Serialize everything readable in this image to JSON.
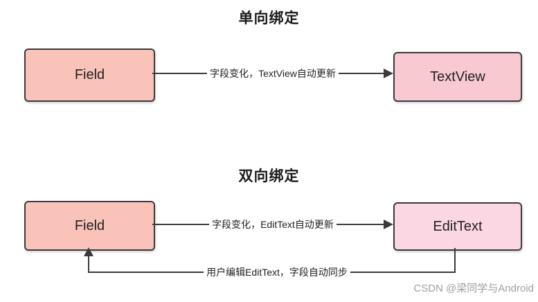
{
  "one_way": {
    "title": "单向绑定",
    "left_box": "Field",
    "right_box": "TextView",
    "arrow_label": "字段变化，TextView自动更新"
  },
  "two_way": {
    "title": "双向绑定",
    "left_box": "Field",
    "right_box": "EditText",
    "forward_label": "字段变化，EditText自动更新",
    "back_label": "用户编辑EditText，字段自动同步"
  },
  "watermark": "CSDN @梁同学与Android",
  "colors": {
    "field_box": "#f9c3ba",
    "textview_box": "#f9c9d2",
    "edittext_box": "#fbd6e3",
    "line": "#3a3a3a"
  }
}
